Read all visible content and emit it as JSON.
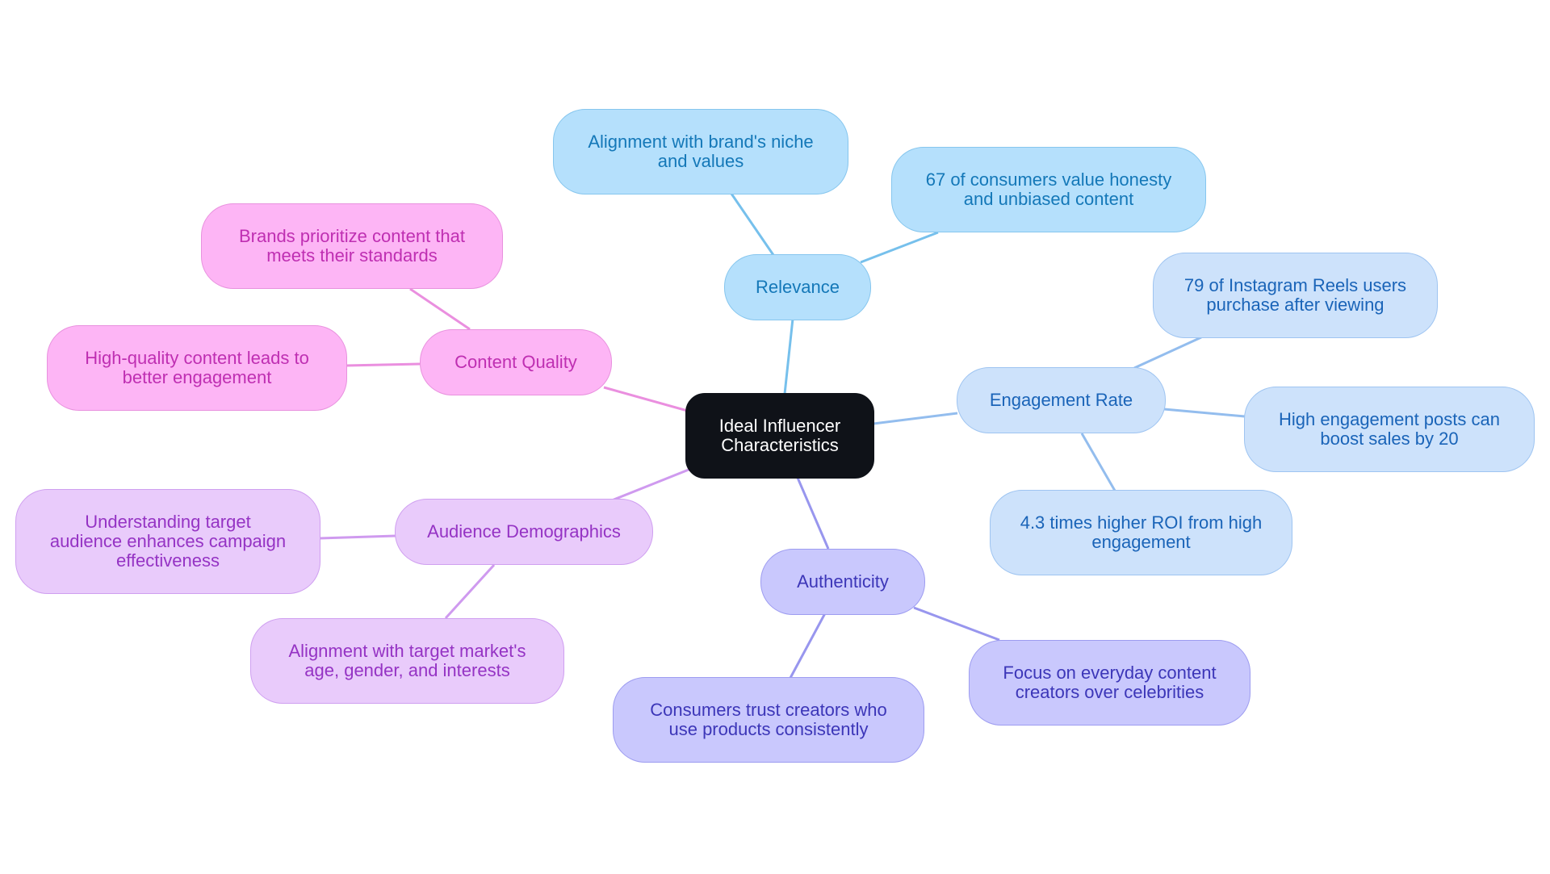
{
  "colors": {
    "center": "#0f1218",
    "pink": "#fdb5f5",
    "pink_line": "#ea8fdf",
    "purple": "#e9cbfb",
    "purple_line": "#cf9aef",
    "indigo": "#c9c8fd",
    "indigo_line": "#9896ee",
    "sky": "#b5e0fc",
    "sky_line": "#76c0ec",
    "blue": "#cde2fb",
    "blue_line": "#93bdee"
  },
  "center": {
    "label": "Ideal Influencer\nCharacteristics"
  },
  "branches": {
    "content_quality": {
      "label": "Content Quality",
      "children": [
        "Brands prioritize content that\nmeets their standards",
        "High-quality content leads to\nbetter engagement"
      ]
    },
    "audience_demographics": {
      "label": "Audience Demographics",
      "children": [
        "Understanding target\naudience enhances campaign\neffectiveness",
        "Alignment with target market's\nage, gender, and interests"
      ]
    },
    "authenticity": {
      "label": "Authenticity",
      "children": [
        "Consumers trust creators who\nuse products consistently",
        "Focus on everyday content\ncreators over celebrities"
      ]
    },
    "relevance": {
      "label": "Relevance",
      "children": [
        "Alignment with brand's niche\nand values",
        "67 of consumers value honesty\nand unbiased content"
      ]
    },
    "engagement_rate": {
      "label": "Engagement Rate",
      "children": [
        "79 of Instagram Reels users\npurchase after viewing",
        "High engagement posts can\nboost sales by 20",
        "4.3 times higher ROI from high\nengagement"
      ]
    }
  }
}
